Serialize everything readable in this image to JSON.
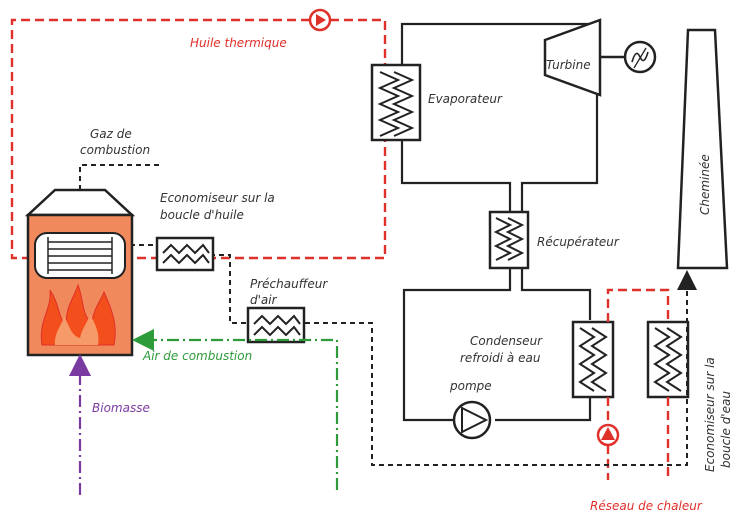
{
  "labels": {
    "huile_thermique": "Huile thermique",
    "turbine": "Turbine",
    "evaporateur": "Evaporateur",
    "gaz_de": "Gaz de",
    "combustion": "combustion",
    "econ_huile_1": "Economiseur sur la",
    "econ_huile_2": "boucle d'huile",
    "recuperateur": "Récupérateur",
    "prechauffeur_1": "Préchauffeur",
    "prechauffeur_2": "d'air",
    "condenseur_1": "Condenseur",
    "condenseur_2": "refroidi à eau",
    "pompe": "pompe",
    "air_combustion": "Air de combustion",
    "biomasse": "Biomasse",
    "cheminee": "Cheminée",
    "econ_eau_1": "Economiseur sur la",
    "econ_eau_2": "boucle d'eau",
    "reseau_chaleur": "Réseau de chaleur"
  },
  "colors": {
    "thermal_oil": "#e0302a",
    "combustion_air": "#2e9b3a",
    "biomass": "#7b3aa0",
    "boiler_fill": "#f08a5c",
    "flame": "#f24f1c"
  },
  "icons": [
    "pump-icon",
    "generator-icon",
    "flame-icon",
    "arrow-up-icon"
  ]
}
